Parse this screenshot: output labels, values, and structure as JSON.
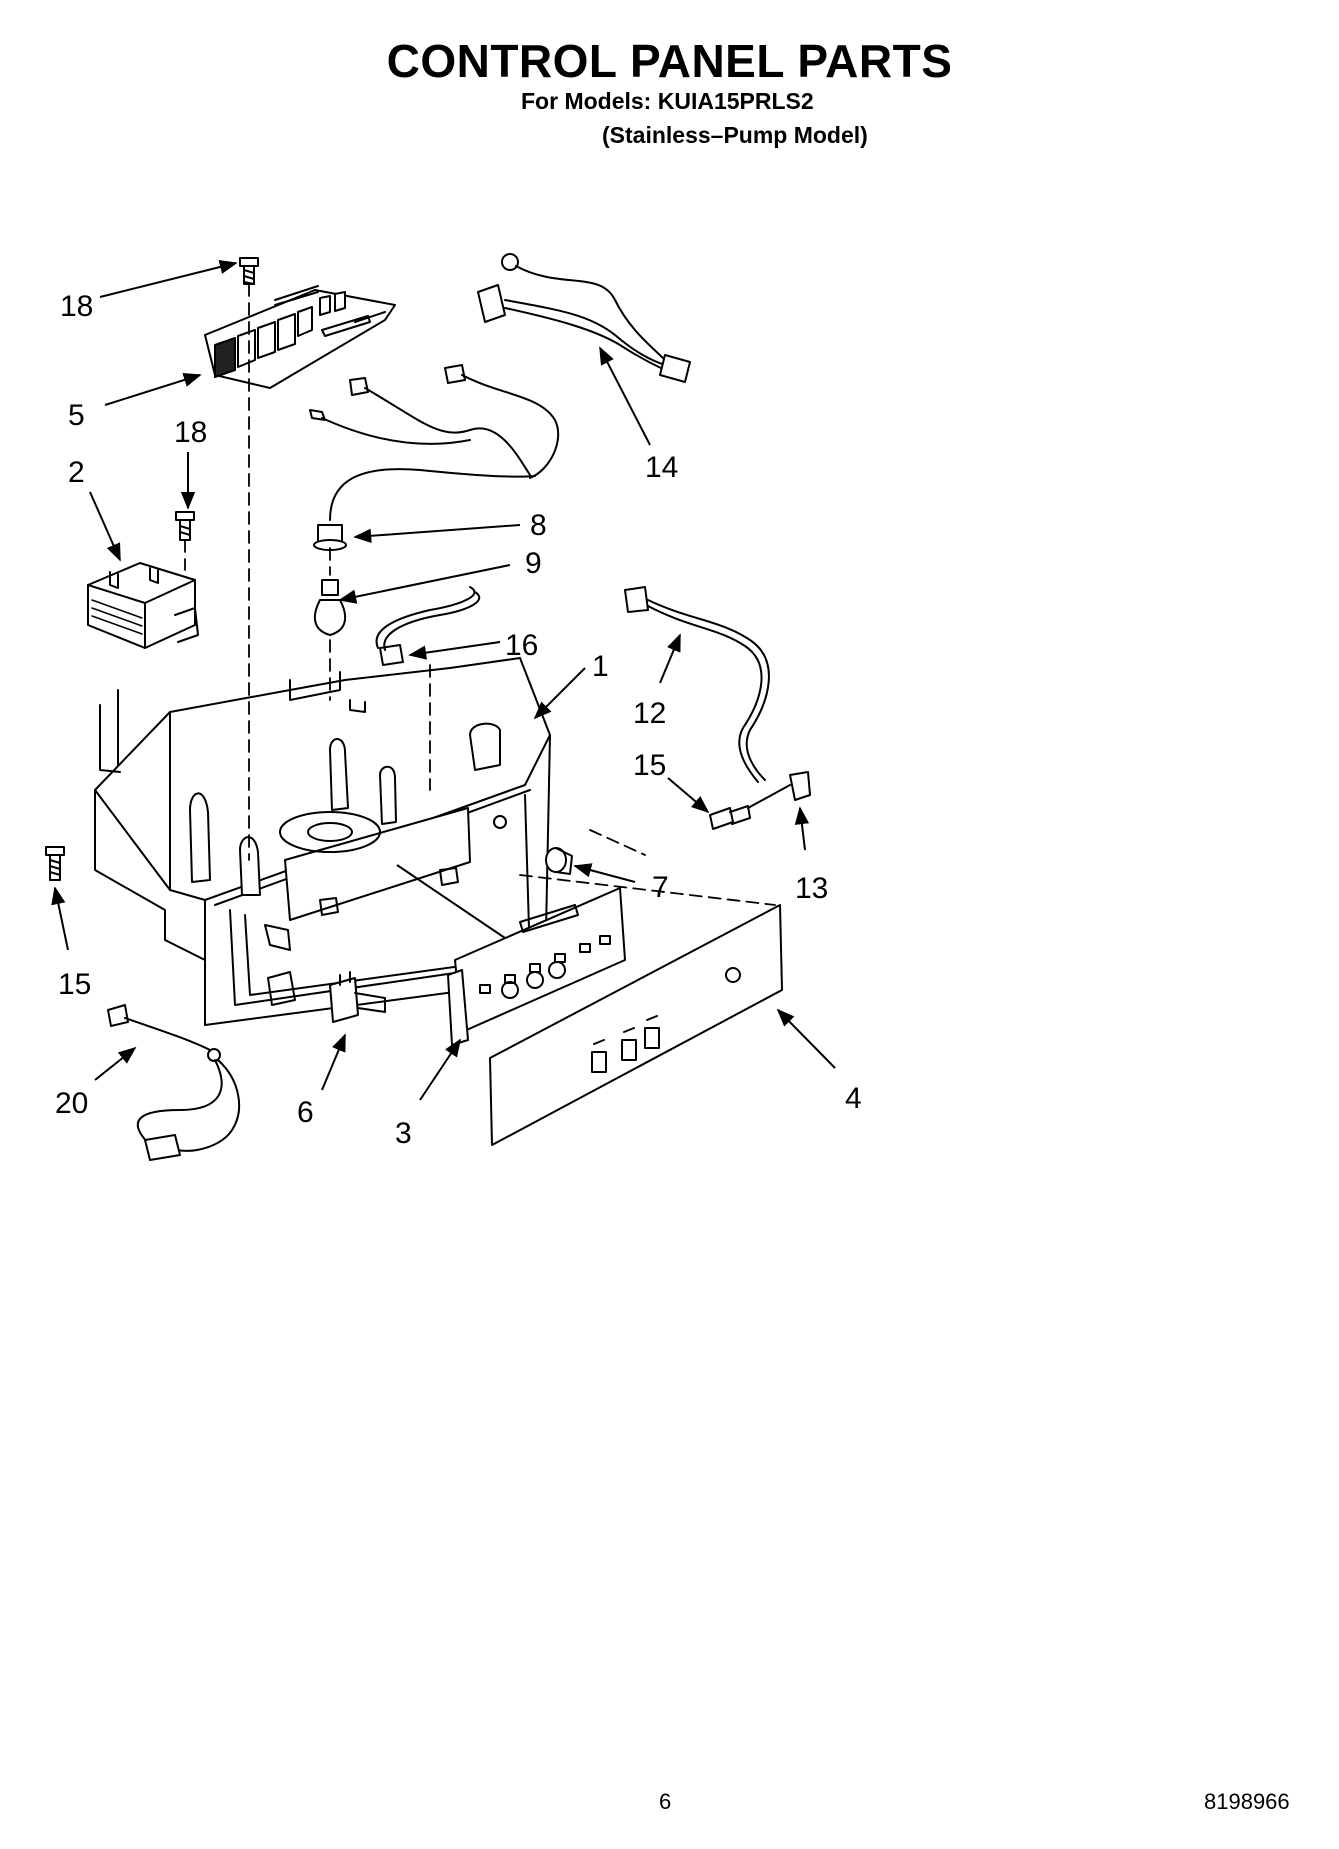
{
  "header": {
    "title": "CONTROL PANEL PARTS",
    "models_line": "For Models: KUIA15PRLS2",
    "model_desc": "(Stainless–Pump Model)"
  },
  "callouts": [
    {
      "id": "c18a",
      "label": "18"
    },
    {
      "id": "c5",
      "label": "5"
    },
    {
      "id": "c18b",
      "label": "18"
    },
    {
      "id": "c2",
      "label": "2"
    },
    {
      "id": "c14",
      "label": "14"
    },
    {
      "id": "c8",
      "label": "8"
    },
    {
      "id": "c9",
      "label": "9"
    },
    {
      "id": "c16",
      "label": "16"
    },
    {
      "id": "c1",
      "label": "1"
    },
    {
      "id": "c12",
      "label": "12"
    },
    {
      "id": "c15a",
      "label": "15"
    },
    {
      "id": "c13",
      "label": "13"
    },
    {
      "id": "c7",
      "label": "7"
    },
    {
      "id": "c15b",
      "label": "15"
    },
    {
      "id": "c20",
      "label": "20"
    },
    {
      "id": "c6",
      "label": "6"
    },
    {
      "id": "c3",
      "label": "3"
    },
    {
      "id": "c4",
      "label": "4"
    }
  ],
  "footer": {
    "page_number": "6",
    "doc_number": "8198966"
  }
}
